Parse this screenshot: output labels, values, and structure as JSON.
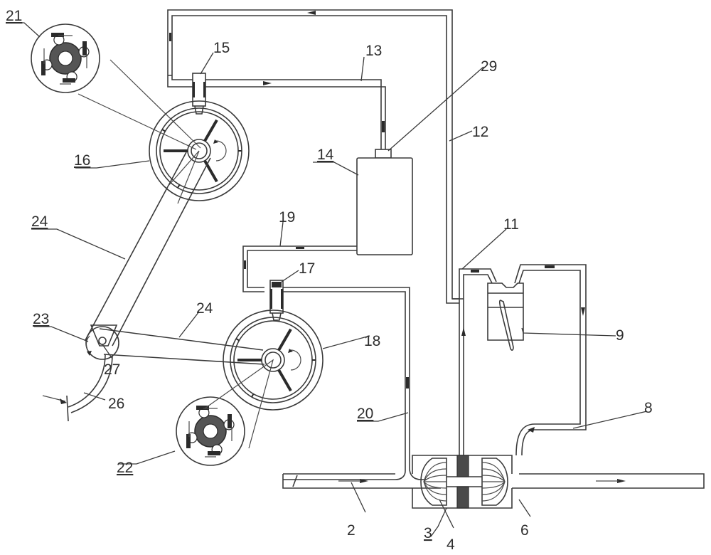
{
  "diagram": {
    "type": "patent-schematic",
    "description": "Exhaust turbocharger-driven hydraulic/pneumatic system with nozzles, impulse wheels, belts and magnetic couplings",
    "labels": [
      {
        "id": "l2",
        "text": "2",
        "target": "intake-pipe",
        "underlined": false
      },
      {
        "id": "l3",
        "text": "3",
        "target": "turbo-housing",
        "underlined": true
      },
      {
        "id": "l4",
        "text": "4",
        "target": "compressor-wheel",
        "underlined": false
      },
      {
        "id": "l6",
        "text": "6",
        "target": "turbine-wheel",
        "underlined": false
      },
      {
        "id": "l8",
        "text": "8",
        "target": "exhaust-pipe",
        "underlined": false
      },
      {
        "id": "l9",
        "text": "9",
        "target": "engine-cylinder",
        "underlined": false
      },
      {
        "id": "l11",
        "text": "11",
        "target": "compressed-air-pipe",
        "underlined": false
      },
      {
        "id": "l12",
        "text": "12",
        "target": "return-pipe",
        "underlined": false
      },
      {
        "id": "l13",
        "text": "13",
        "target": "upper-supply-pipe",
        "underlined": false
      },
      {
        "id": "l14",
        "text": "14",
        "target": "storage-tank",
        "underlined": true
      },
      {
        "id": "l15",
        "text": "15",
        "target": "upper-nozzle",
        "underlined": false
      },
      {
        "id": "l16",
        "text": "16",
        "target": "upper-impulse-wheel",
        "underlined": true
      },
      {
        "id": "l17",
        "text": "17",
        "target": "lower-nozzle",
        "underlined": false
      },
      {
        "id": "l18",
        "text": "18",
        "target": "lower-impulse-wheel",
        "underlined": false
      },
      {
        "id": "l19",
        "text": "19",
        "target": "lower-supply-pipe",
        "underlined": false
      },
      {
        "id": "l20",
        "text": "20",
        "target": "lower-return-pipe",
        "underlined": true
      },
      {
        "id": "l21",
        "text": "21",
        "target": "upper-coupling-detail",
        "underlined": true
      },
      {
        "id": "l22",
        "text": "22",
        "target": "lower-coupling-detail",
        "underlined": true
      },
      {
        "id": "l23",
        "text": "23",
        "target": "driven-pulley",
        "underlined": true
      },
      {
        "id": "l24a",
        "text": "24",
        "target": "upper-belt",
        "underlined": true
      },
      {
        "id": "l24b",
        "text": "24",
        "target": "lower-belt",
        "underlined": false
      },
      {
        "id": "l26",
        "text": "26",
        "target": "output-arm",
        "underlined": false
      },
      {
        "id": "l27",
        "text": "27",
        "target": "pulley-shaft",
        "underlined": false
      },
      {
        "id": "l29",
        "text": "29",
        "target": "tank-valve",
        "underlined": false
      }
    ],
    "flow_arrows": [
      "intake-right",
      "outlet-right",
      "top-loop-left",
      "pipe13-right",
      "pipe12-up",
      "pipe20-down",
      "pipe8-left",
      "pipe11-right",
      "engine-out-down"
    ]
  }
}
